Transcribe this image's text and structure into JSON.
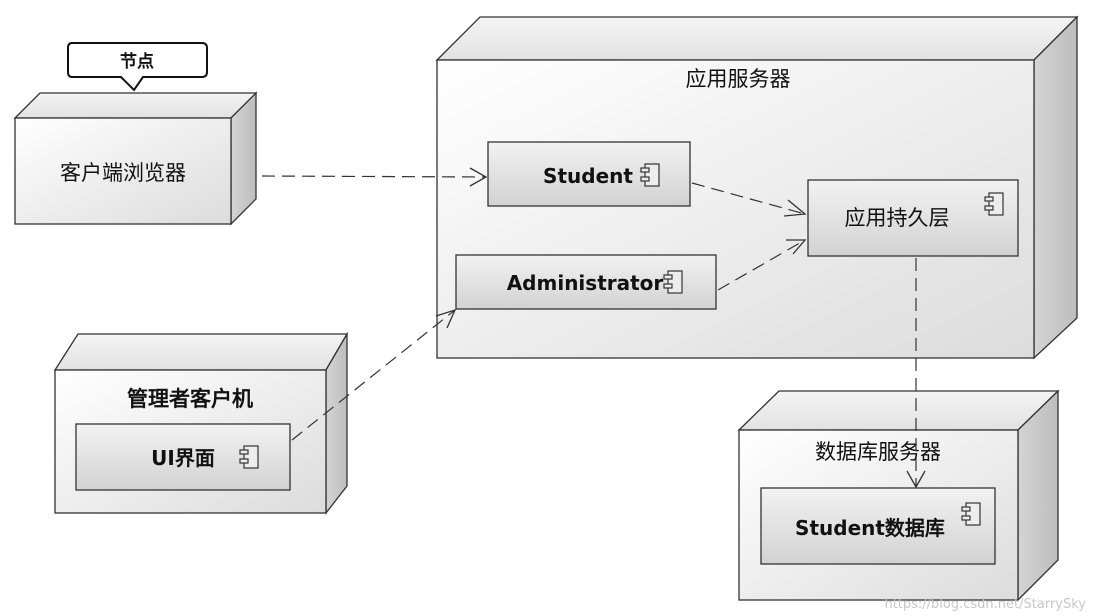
{
  "note": {
    "label": "节点"
  },
  "nodes": {
    "browser": {
      "label": "客户端浏览器"
    },
    "app_server": {
      "label": "应用服务器"
    },
    "admin_client": {
      "label": "管理者客户机"
    },
    "db_server": {
      "label": "数据库服务器"
    }
  },
  "components": {
    "student": {
      "label": "Student"
    },
    "administrator": {
      "label": "Administrator"
    },
    "persistence": {
      "label": "应用持久层"
    },
    "ui": {
      "label": "UI界面"
    },
    "student_db": {
      "label": "Student数据库"
    }
  },
  "watermark": "https://blog.csdn.net/StarrySky"
}
